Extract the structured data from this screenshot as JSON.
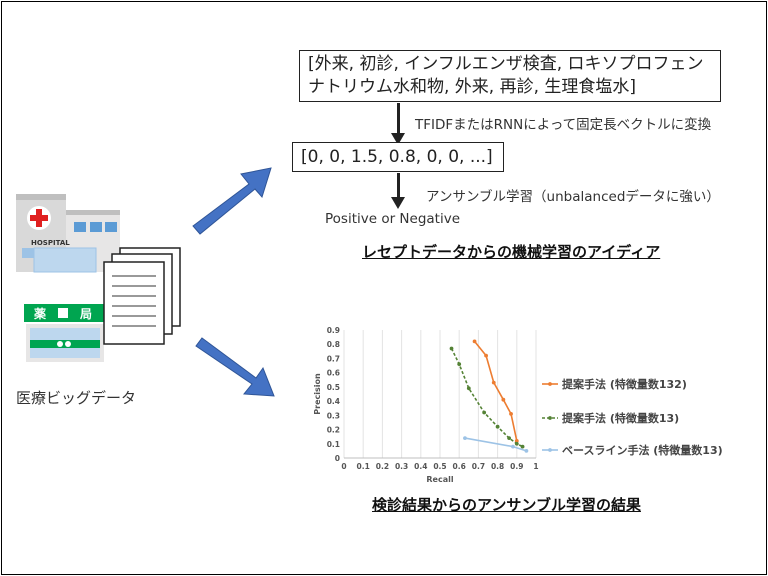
{
  "input_record": "[外来, 初診, インフルエンザ検査, ロキソプロフェンナトリウム水和物, 外来, 再診, 生理食塩水]",
  "vectorize_note": "TFIDFまたはRNNによって固定長ベクトルに変換",
  "vector": "[0, 0, 1.5, 0.8, 0, 0, ...]",
  "ensemble_note": "アンサンブル学習（unbalancedデータに強い）",
  "output_label": "Positive or Negative",
  "idea_heading": "レセプトデータからの機械学習のアイディア",
  "hospital_sign": "HOSPITAL",
  "pharmacy_sign": {
    "left": "薬",
    "right": "局"
  },
  "big_data_label": "医療ビッグデータ",
  "result_heading": "検診結果からのアンサンブル学習の結果",
  "colors": {
    "orange": "#ED7D31",
    "green": "#548235",
    "lightblue": "#9DC3E6",
    "arrow_blue": "#4472C4"
  },
  "chart_data": {
    "type": "line",
    "xlabel": "Recall",
    "ylabel": "Precision",
    "xlim": [
      0,
      1
    ],
    "ylim": [
      0,
      0.9
    ],
    "xticks": [
      "0",
      "0.1",
      "0.2",
      "0.3",
      "0.4",
      "0.5",
      "0.6",
      "0.7",
      "0.8",
      "0.9",
      "1"
    ],
    "yticks": [
      "0",
      "0.1",
      "0.2",
      "0.3",
      "0.4",
      "0.5",
      "0.6",
      "0.7",
      "0.8",
      "0.9"
    ],
    "grid": "vertical",
    "legend": "right",
    "series": [
      {
        "name": "提案手法 (特徴量数132)",
        "color": "#ED7D31",
        "style": "solid",
        "x": [
          0.68,
          0.74,
          0.78,
          0.83,
          0.87,
          0.9
        ],
        "y": [
          0.82,
          0.72,
          0.53,
          0.41,
          0.31,
          0.12
        ]
      },
      {
        "name": "提案手法 (特徴量数13)",
        "color": "#548235",
        "style": "dashed",
        "x": [
          0.56,
          0.6,
          0.65,
          0.73,
          0.8,
          0.86,
          0.9,
          0.93
        ],
        "y": [
          0.77,
          0.66,
          0.49,
          0.32,
          0.22,
          0.14,
          0.1,
          0.08
        ]
      },
      {
        "name": "ベースライン手法 (特徴量数13)",
        "color": "#9DC3E6",
        "style": "solid",
        "x": [
          0.63,
          0.88,
          0.95
        ],
        "y": [
          0.14,
          0.08,
          0.05
        ]
      }
    ]
  }
}
